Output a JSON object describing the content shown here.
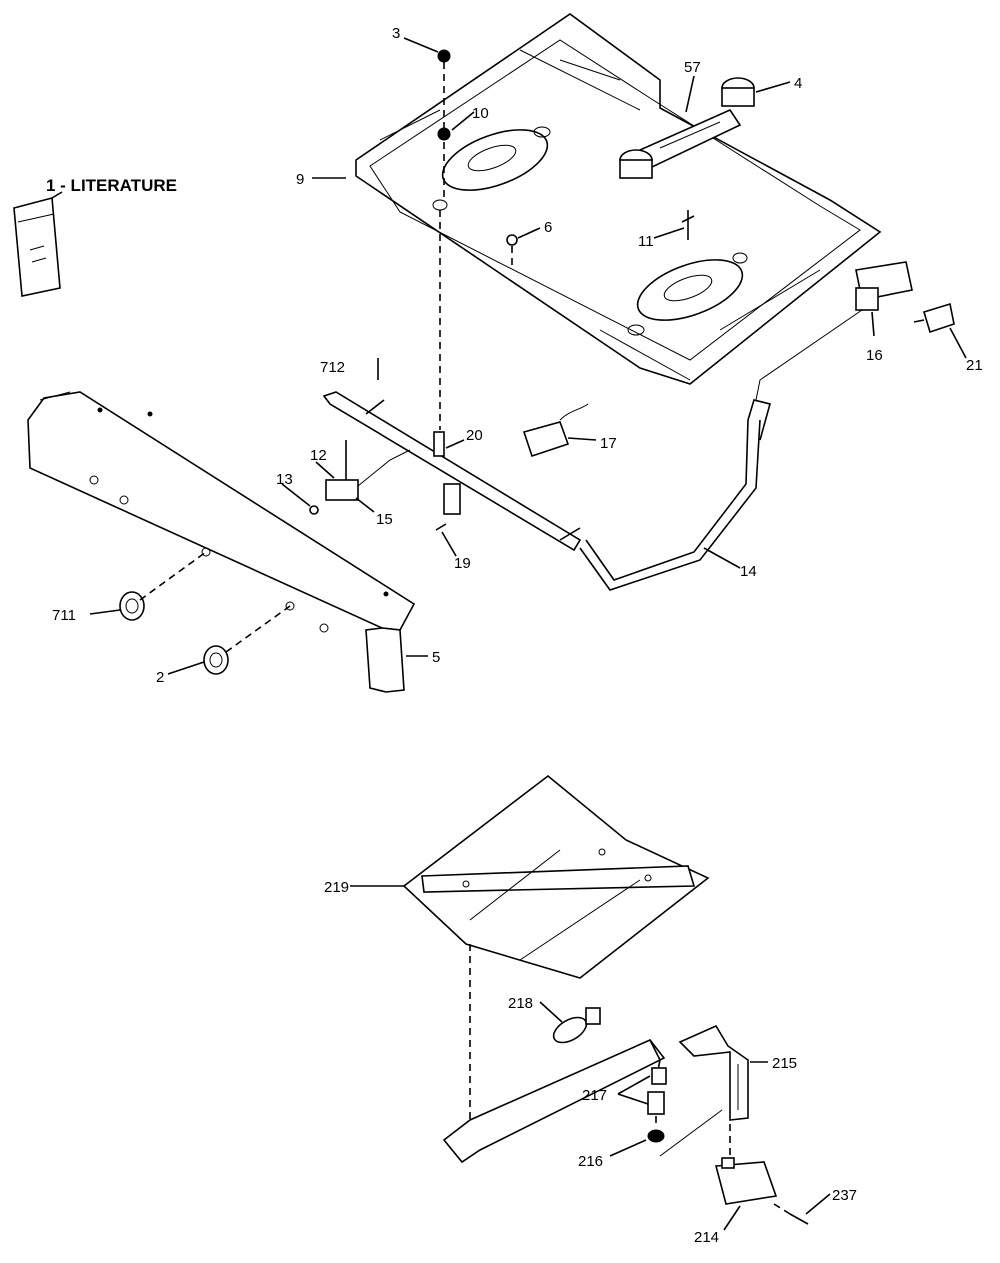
{
  "literature_label": "1 - LITERATURE",
  "callouts": {
    "c3": "3",
    "c57": "57",
    "c4": "4",
    "c10": "10",
    "c9": "9",
    "c6": "6",
    "c11": "11",
    "c16": "16",
    "c21": "21",
    "c712": "712",
    "c20": "20",
    "c17": "17",
    "c12": "12",
    "c13": "13",
    "c15": "15",
    "c19": "19",
    "c14": "14",
    "c711": "711",
    "c2": "2",
    "c5": "5",
    "c219": "219",
    "c218": "218",
    "c215": "215",
    "c217": "217",
    "c216": "216",
    "c237": "237",
    "c214": "214"
  }
}
